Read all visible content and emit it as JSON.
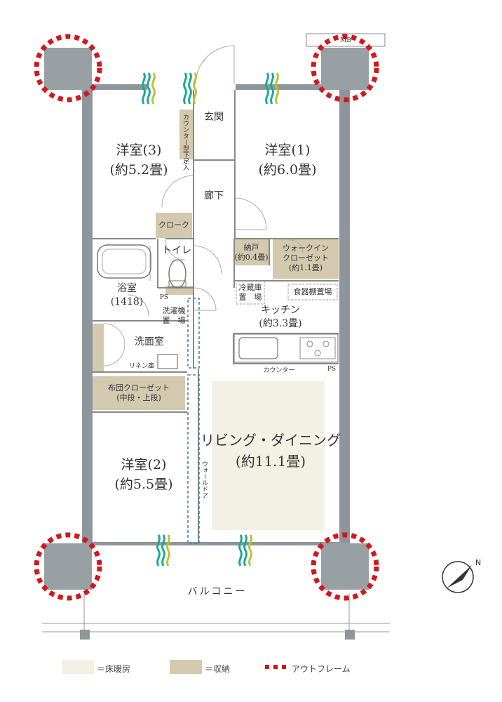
{
  "rooms": {
    "western3": {
      "name": "洋室(3)",
      "size": "(約5.2畳)"
    },
    "western1": {
      "name": "洋室(1)",
      "size": "(約6.0畳)"
    },
    "western2": {
      "name": "洋室(2)",
      "size": "(約5.5畳)"
    },
    "entrance": "玄関",
    "hallway": "廊下",
    "cloak": "クローク",
    "toilet": "トイレ",
    "bath": {
      "name": "浴室",
      "size": "(1418)"
    },
    "washing_machine": {
      "line1": "洗濯機",
      "line2": "置　場"
    },
    "washroom": "洗面室",
    "linen": "リネン庫",
    "futon": {
      "line1": "布団クローゼット",
      "line2": "(中段・上段)"
    },
    "storage": {
      "line1": "納戸",
      "line2": "(約0.4畳)"
    },
    "walkin": {
      "line1": "ウォークイン",
      "line2": "クローゼット",
      "line3": "(約1.1畳)"
    },
    "fridge": {
      "line1": "冷蔵庫",
      "line2": "置　場"
    },
    "cupboard": "食器棚置場",
    "kitchen": {
      "name": "キッチン",
      "size": "(約3.3畳)"
    },
    "counter": "カウンター",
    "living": {
      "name": "リビング・ダイニング",
      "size": "(約11.1畳)"
    },
    "balcony": "バルコニー",
    "shoe_counter": "カウンター型下足入",
    "wall_door": "ウォールドア",
    "ps_top": "PS",
    "ps_kitchen": "PS",
    "mb": "MB"
  },
  "legend": {
    "floor_heating": "＝床暖房",
    "storage": "＝収納",
    "outframe": "アウトフレーム"
  },
  "colors": {
    "wall": "#8e969b",
    "column": "#99a0a4",
    "storage": "#d3c9ae",
    "floor_heating": "#f3f1e3",
    "outframe": "#d0181d",
    "window_green": "#1ea896",
    "window_yellow": "#bcc331",
    "door_blue": "#3a85c6"
  },
  "icons": [
    "compass-north-icon",
    "window-ventilation-icon"
  ]
}
